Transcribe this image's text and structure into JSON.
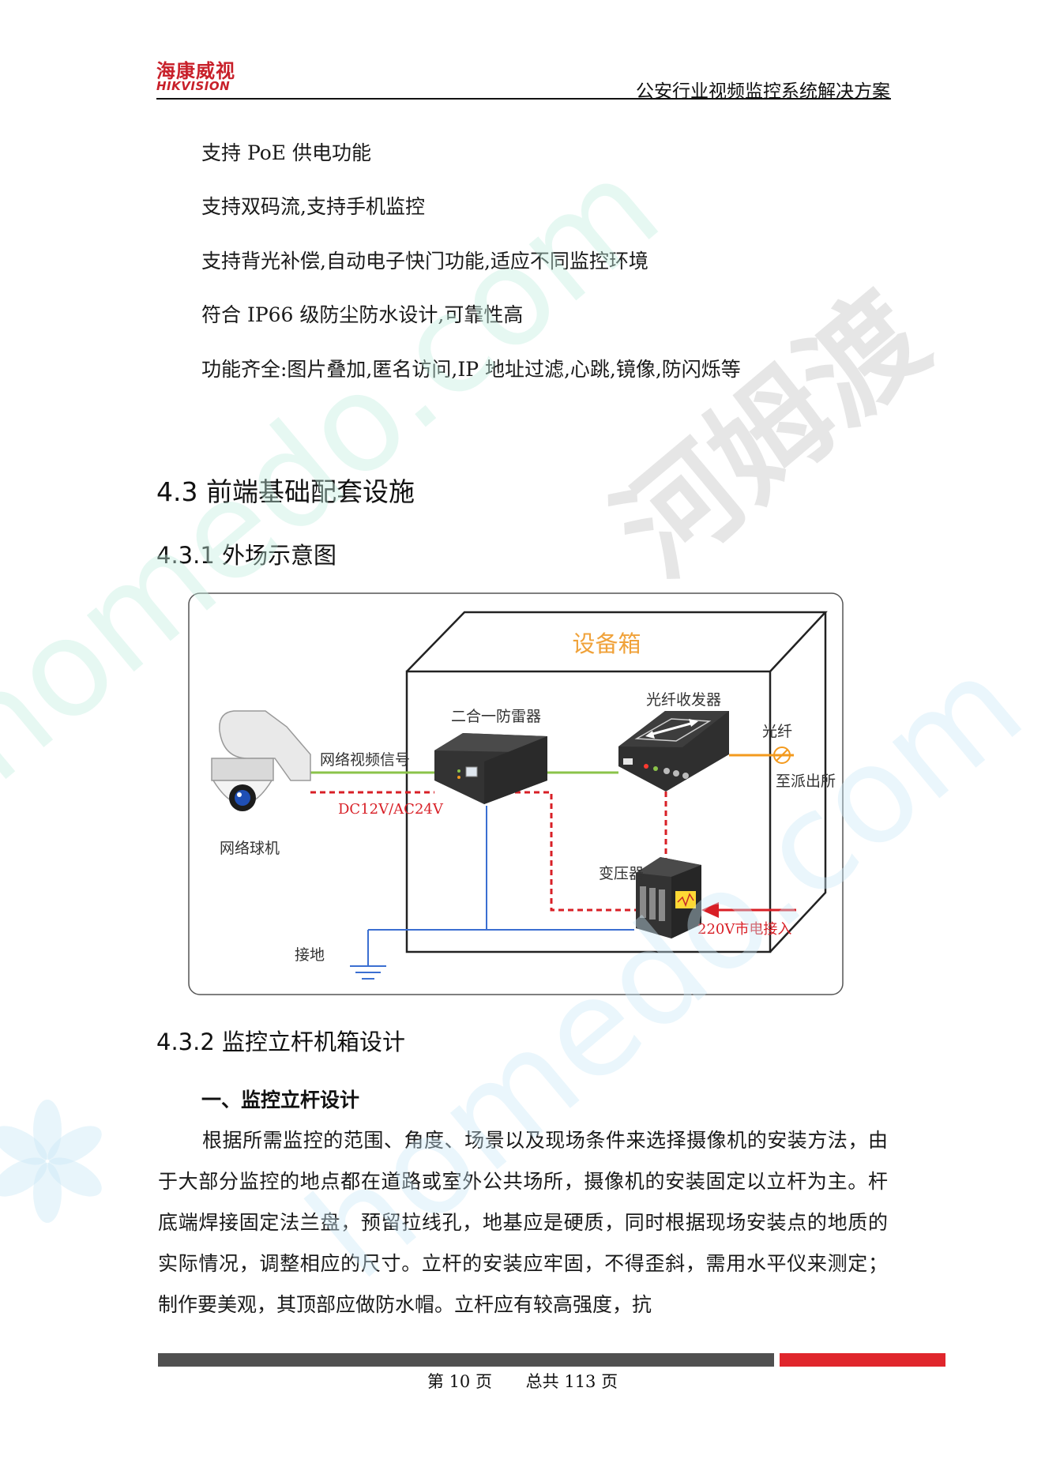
{
  "header": {
    "logo_cn": "海康威视",
    "logo_en": "HIKVISION",
    "doc_title": "公安行业视频监控系统解决方案"
  },
  "features": [
    "支持 PoE 供电功能",
    "支持双码流,支持手机监控",
    "支持背光补偿,自动电子快门功能,适应不同监控环境",
    "符合 IP66 级防尘防水设计,可靠性高",
    "功能齐全:图片叠加,匿名访问,IP 地址过滤,心跳,镜像,防闪烁等"
  ],
  "section": {
    "h2": "4.3  前端基础配套设施",
    "h3_1": "4.3.1  外场示意图",
    "h3_2": "4.3.2  监控立杆机箱设计",
    "h4": "一、监控立杆设计",
    "paragraph": "根据所需监控的范围、角度、场景以及现场条件来选择摄像机的安装方法，由于大部分监控的地点都在道路或室外公共场所，摄像机的安装固定以立杆为主。杆底端焊接固定法兰盘，预留拉线孔，地基应是硬质，同时根据现场安装点的地质的实际情况，调整相应的尺寸。立杆的安装应牢固，不得歪斜，需用水平仪来测定；制作要美观，其顶部应做防水帽。立杆应有较高强度，抗"
  },
  "diagram": {
    "box_title": "设备箱",
    "camera": "网络球机",
    "net_signal": "网络视频信号",
    "power": "DC12V/AC24V",
    "surge": "二合一防雷器",
    "fiber_tx": "光纤收发器",
    "fiber": "光纤",
    "to_station": "至派出所",
    "transformer": "变压器",
    "mains": "220V市电接入",
    "ground": "接地"
  },
  "footer": {
    "page": "第 10 页",
    "total": "总共 113 页"
  },
  "watermark": {
    "cn": "河姆渡",
    "en": "homedo.com"
  },
  "colors": {
    "brand_red": "#c8202a",
    "footer_gray": "#505050",
    "footer_red": "#e0262c",
    "signal_green": "#8bc34a",
    "power_red": "#d81f26",
    "fiber_orange": "#f39a1e",
    "ground_blue": "#3b6fd1",
    "box_title_orange": "#f0a23a"
  }
}
